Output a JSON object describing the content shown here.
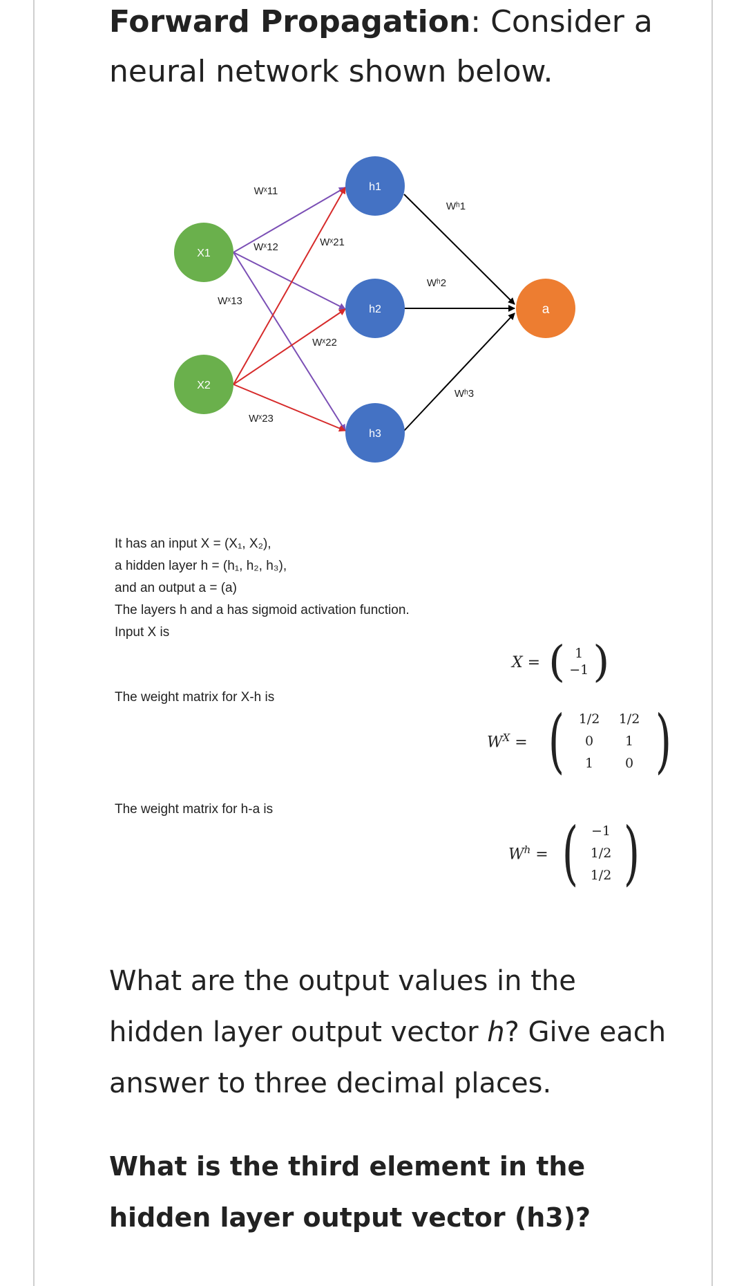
{
  "heading": {
    "bold": "Forward Propagation",
    "rest_line1": ": Consider a",
    "line2": "neural network shown below."
  },
  "diagram": {
    "nodes": {
      "x1": "X1",
      "x2": "X2",
      "h1": "h1",
      "h2": "h2",
      "h3": "h3",
      "a": "a"
    },
    "input_weights": {
      "w11": "Wˣ11",
      "w12": "Wˣ12",
      "w13": "Wˣ13",
      "w21": "Wˣ21",
      "w22": "Wˣ22",
      "w23": "Wˣ23"
    },
    "hidden_weights": {
      "wh1": "Wʰ1",
      "wh2": "Wʰ2",
      "wh3": "Wʰ3"
    },
    "colors": {
      "input_node": "#6ab04c",
      "hidden_node": "#4472c4",
      "output_node": "#ed7d31",
      "x1_edges": "#7b4fb5",
      "x2_edges": "#d62a2a",
      "hidden_edges": "#000000"
    }
  },
  "description": {
    "line1": "It has an input X = (X₁, X₂),",
    "line2": "a hidden layer h = (h₁, h₂, h₃),",
    "line3": "and an output a = (a)",
    "line4": "The layers h and a has sigmoid activation function.",
    "line5": "Input X is",
    "wx_label": "The weight matrix for X-h is",
    "wh_label": "The weight matrix for h-a is"
  },
  "matrices": {
    "x_label": "X =",
    "x": [
      "1",
      "−1"
    ],
    "wx_label": "W",
    "wx_sup": "X",
    "wx": [
      [
        "1/2",
        "1/2"
      ],
      [
        "0",
        "1"
      ],
      [
        "1",
        "0"
      ]
    ],
    "wh_label": "W",
    "wh_sup": "h",
    "wh": [
      "−1",
      "1/2",
      "1/2"
    ]
  },
  "question": {
    "line1": "What are the output values in the",
    "line2_pre": "hidden layer output vector ",
    "line2_var": "h",
    "line2_post": "? Give each",
    "line3": "answer to three decimal places."
  },
  "sub_question": {
    "line1": "What is the third element in the",
    "line2": "hidden layer output vector (h3)?"
  }
}
